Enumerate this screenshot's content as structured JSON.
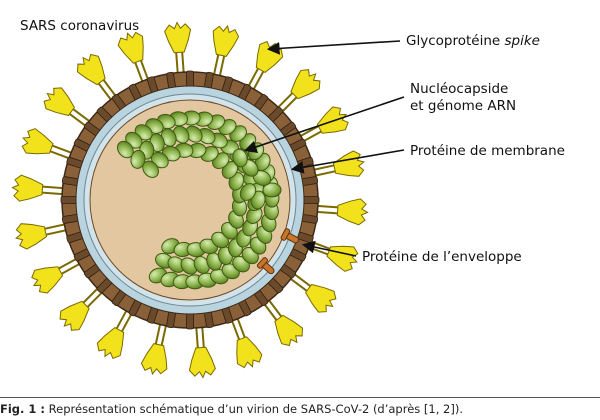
{
  "figure": {
    "title": "SARS coronavirus",
    "labels": {
      "spike_prefix": "Glycoprotéine ",
      "spike_italic": "spike",
      "nucleocapsid_line1": "Nucléocapside",
      "nucleocapsid_line2": "et génome ARN",
      "membrane": "Protéine de membrane",
      "envelope": "Protéine de l’enveloppe"
    }
  },
  "caption": {
    "fig": "Fig. 1 :",
    "text": " Représentation schématique d’un virion de SARS-CoV-2 (d’après [1, 2])."
  },
  "colors": {
    "spike_fill": "#f2e21c",
    "spike_stroke": "#7a6a00",
    "membrane_brown": "#6b4a2b",
    "lipid_blue": "#a9c8d8",
    "core_fill": "#e3c7a1",
    "nucleocapsid_fill": "#8ab24a",
    "nucleocapsid_stroke": "#3e5a12",
    "envelope_orange": "#c9742b"
  }
}
